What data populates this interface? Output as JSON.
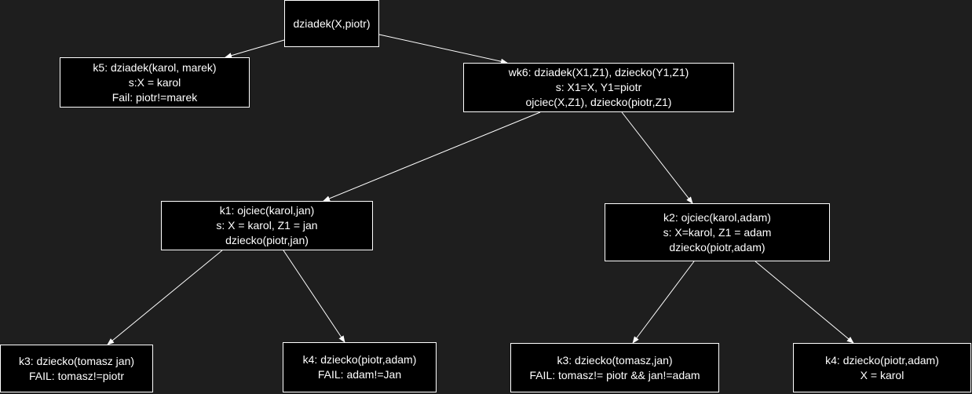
{
  "colors": {
    "background": "#1e1e1e",
    "node_fill": "#000000",
    "node_border": "#ffffff",
    "text": "#ffffff",
    "edge": "#ffffff"
  },
  "nodes": {
    "root": {
      "lines": [
        "dziadek(X,piotr)"
      ]
    },
    "k5": {
      "lines": [
        "k5: dziadek(karol, marek)",
        "s:X = karol",
        "Fail: piotr!=marek"
      ]
    },
    "wk6": {
      "lines": [
        "wk6: dziadek(X1,Z1), dziecko(Y1,Z1)",
        "s: X1=X, Y1=piotr",
        "ojciec(X,Z1), dziecko(piotr,Z1)"
      ]
    },
    "k1": {
      "lines": [
        "k1: ojciec(karol,jan)",
        "s: X = karol, Z1 = jan",
        "dziecko(piotr,jan)"
      ]
    },
    "k2": {
      "lines": [
        "k2: ojciec(karol,adam)",
        "s: X=karol, Z1 = adam",
        "dziecko(piotr,adam)"
      ]
    },
    "k3a": {
      "lines": [
        "k3: dziecko(tomasz jan)",
        "FAIL: tomasz!=piotr"
      ]
    },
    "k4a": {
      "lines": [
        "k4: dziecko(piotr,adam)",
        "FAIL: adam!=Jan"
      ]
    },
    "k3b": {
      "lines": [
        "k3: dziecko(tomasz,jan)",
        "FAIL: tomasz!= piotr && jan!=adam"
      ]
    },
    "k4b": {
      "lines": [
        "k4: dziecko(piotr,adam)",
        "X = karol"
      ]
    }
  },
  "edges": [
    {
      "from": "root",
      "to": "k5"
    },
    {
      "from": "root",
      "to": "wk6"
    },
    {
      "from": "wk6",
      "to": "k1"
    },
    {
      "from": "wk6",
      "to": "k2"
    },
    {
      "from": "k1",
      "to": "k3a"
    },
    {
      "from": "k1",
      "to": "k4a"
    },
    {
      "from": "k2",
      "to": "k3b"
    },
    {
      "from": "k2",
      "to": "k4b"
    }
  ]
}
